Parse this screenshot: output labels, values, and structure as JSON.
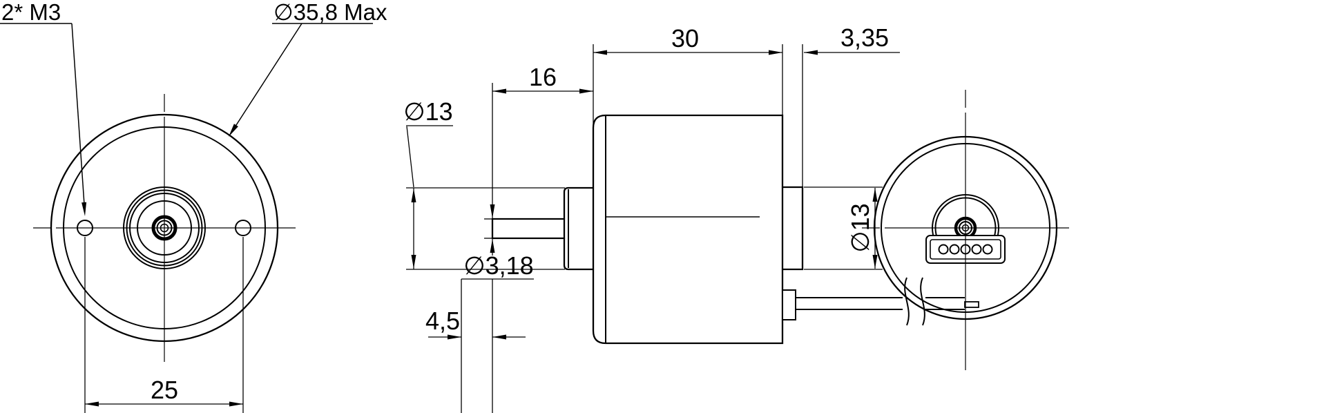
{
  "callouts": {
    "mounting_holes": "2* M3",
    "max_diameter": "∅35,8 Max"
  },
  "dimensions": {
    "hole_spacing": "25",
    "front_protrusion": "16",
    "body_length": "30",
    "rear_boss_length": "3,35",
    "front_boss_diameter": "∅13",
    "rear_boss_diameter": "∅13",
    "shaft_diameter": "∅3,18",
    "shaft_tip_length": "4,5"
  }
}
